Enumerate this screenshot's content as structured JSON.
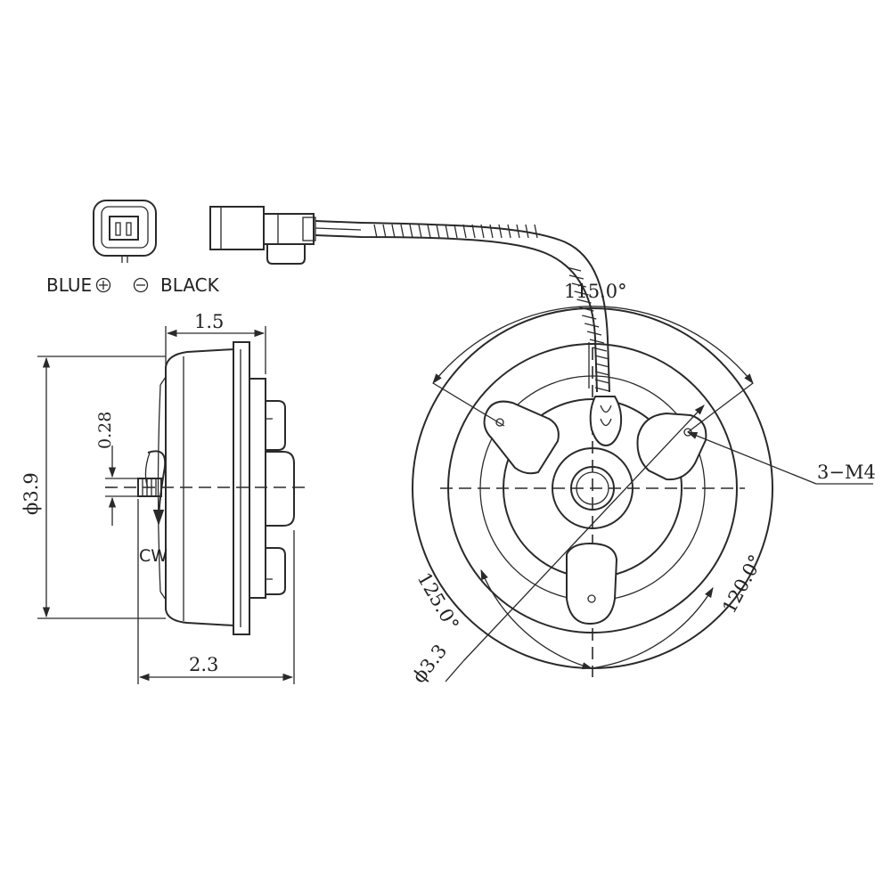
{
  "connector": {
    "left_label": "BLUE",
    "right_label": "BLACK",
    "plus_symbol": "+",
    "minus_symbol": "−"
  },
  "side_view": {
    "dim_top": "1.5",
    "dim_bottom": "2.3",
    "dim_diameter": "ϕ3.9",
    "dim_shaft": "0.28",
    "rotation": "CW"
  },
  "front_view": {
    "angle_top": "115.0°",
    "angle_left": "125.0°",
    "angle_right": "120.0°",
    "bolt_callout": "3−M4",
    "dim_bolt_circle": "ϕ3.3"
  }
}
